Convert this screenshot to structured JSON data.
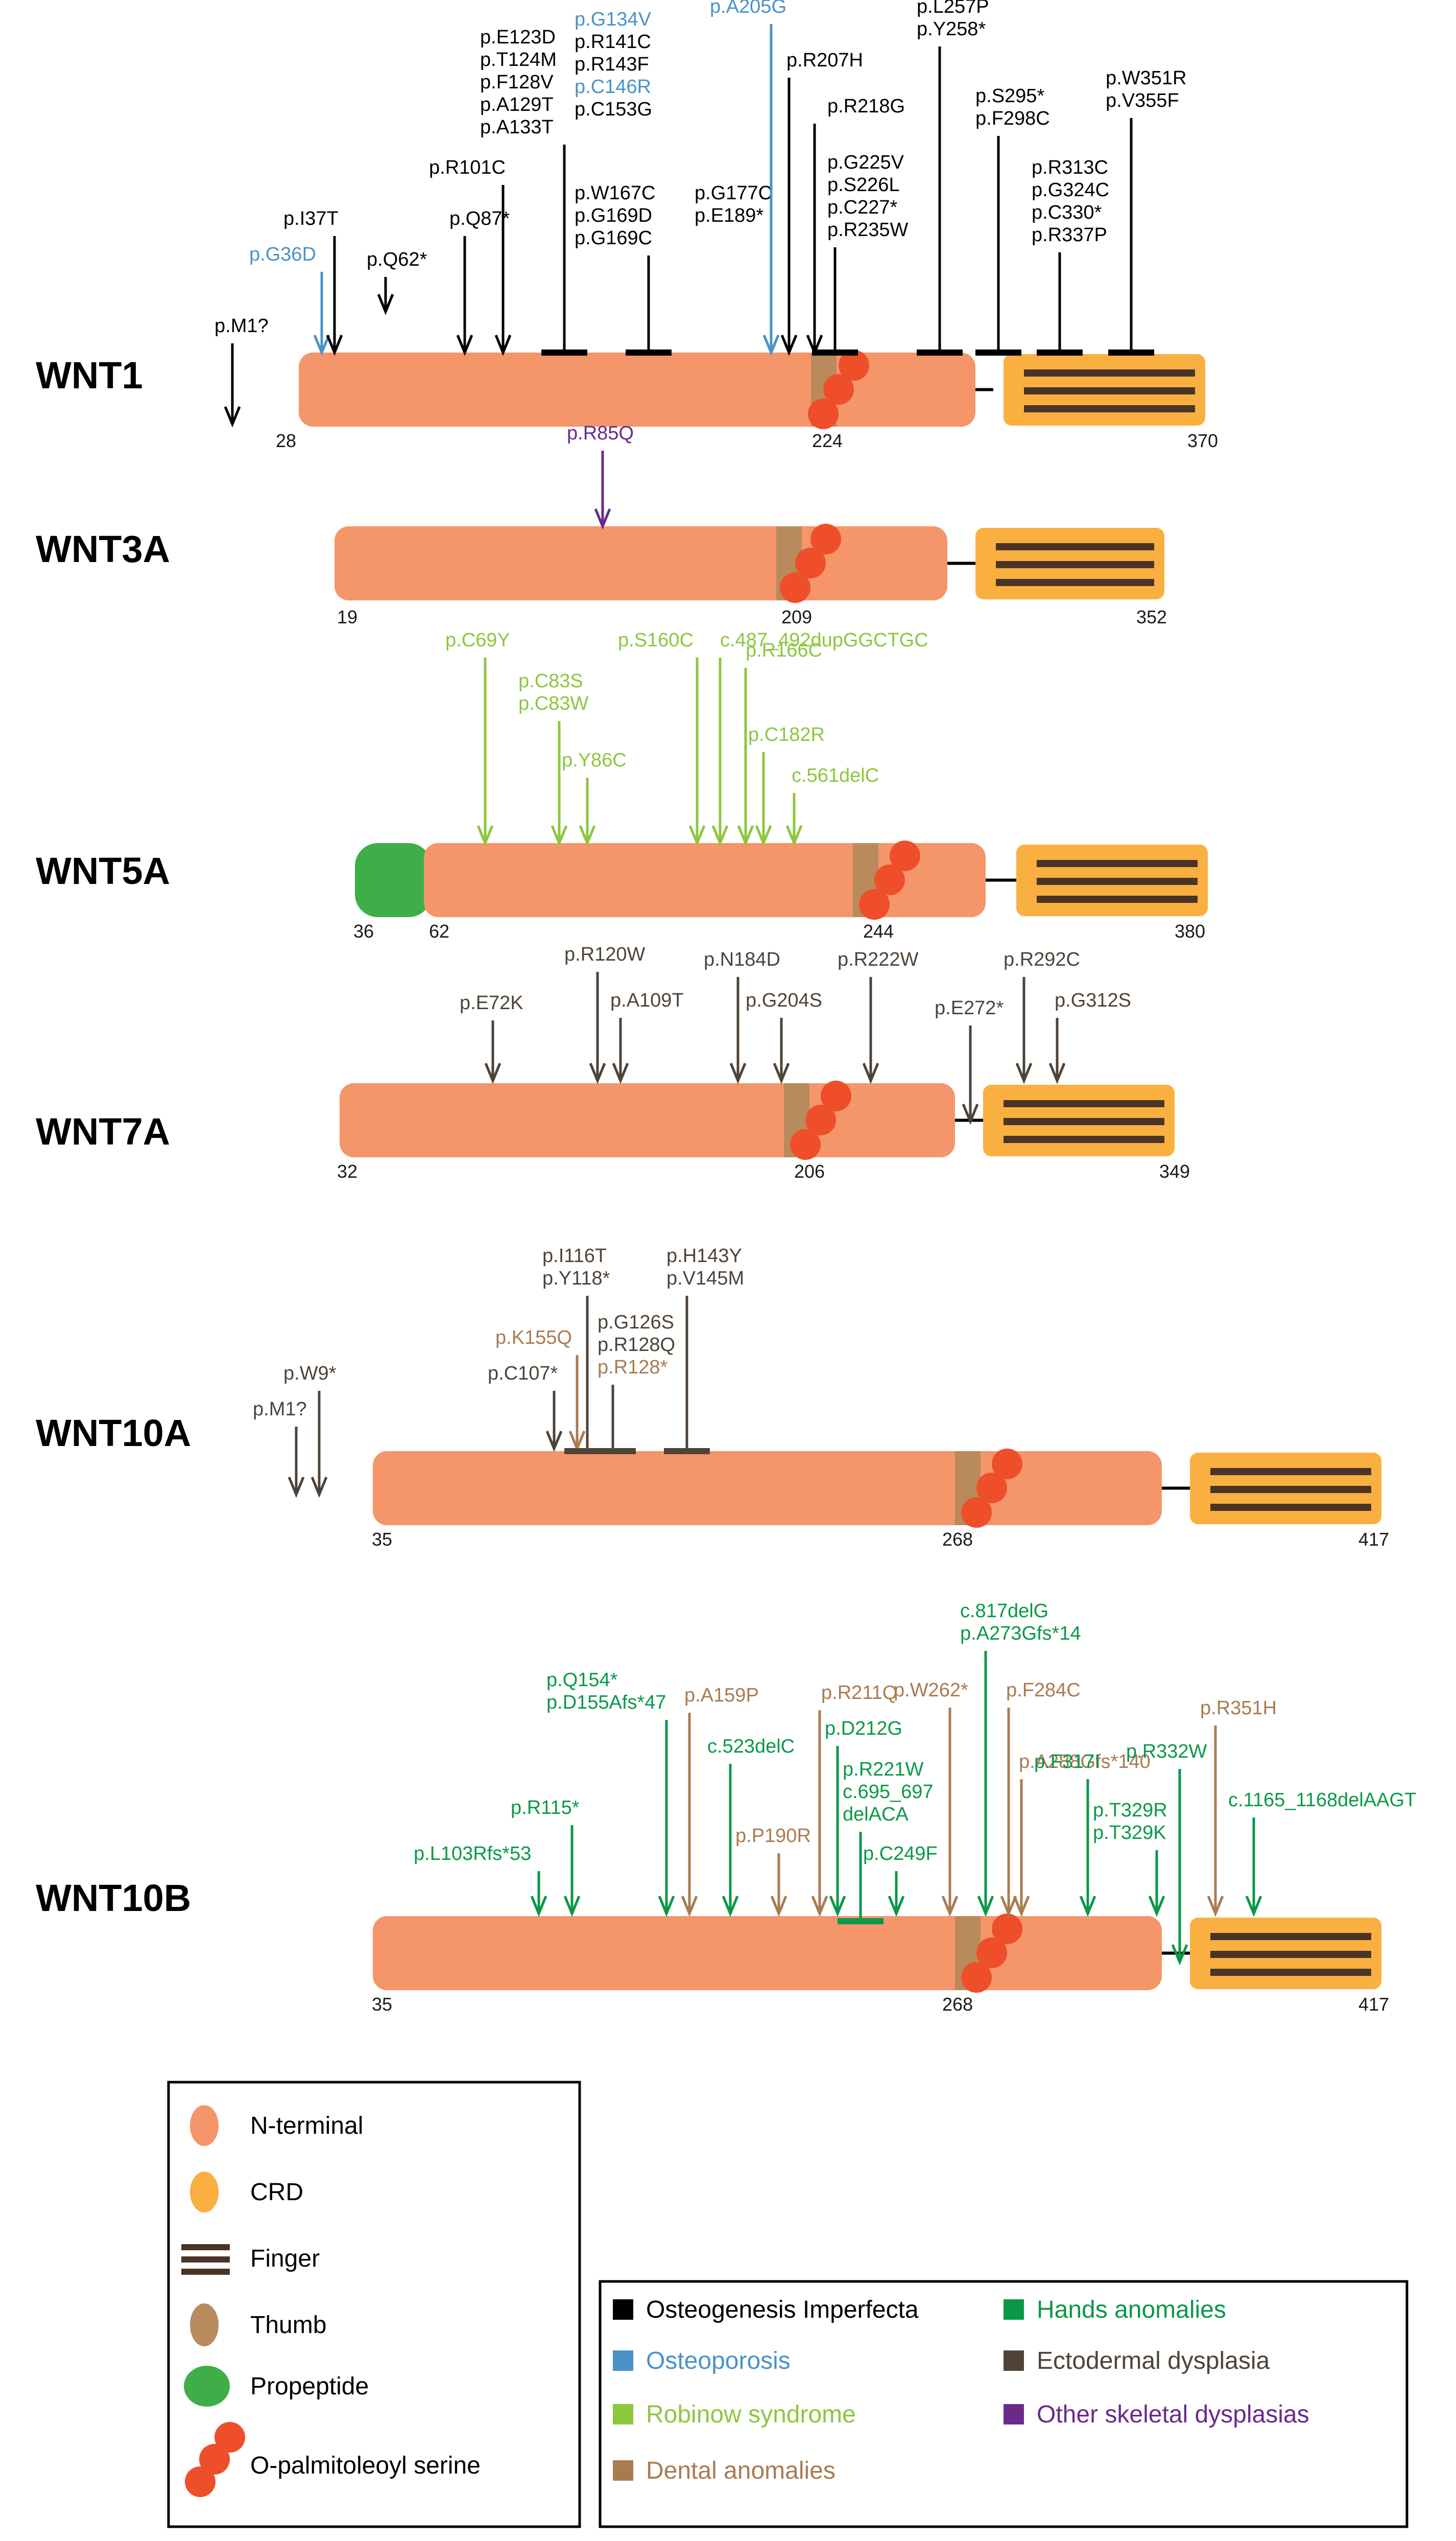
{
  "colors": {
    "nterm": "#F4956A",
    "crd": "#F9B040",
    "finger": "#4A3426",
    "thumb": "#B98B5C",
    "propeptide": "#3EAE49",
    "palmitoyl": "#EF4E2A",
    "OI": "#000000",
    "OP": "#4A92C8",
    "RS": "#8DC63F",
    "DA": "#A97B50",
    "HA": "#0A9848",
    "ED": "#4F4338",
    "OSD": "#6A2A8A"
  },
  "genes": [
    {
      "name": "WNT1",
      "ticks": [
        "28",
        "224",
        "370"
      ],
      "variants": [
        {
          "lines": [
            "p.M1?"
          ],
          "cat": "OI",
          "kind": "arrow"
        },
        {
          "lines": [
            "p.G36D"
          ],
          "cat": "OP",
          "kind": "arrow"
        },
        {
          "lines": [
            "p.I37T"
          ],
          "cat": "OI",
          "kind": "arrow"
        },
        {
          "lines": [
            "p.Q62*"
          ],
          "cat": "OI",
          "kind": "arrow"
        },
        {
          "lines": [
            "p.Q87*"
          ],
          "cat": "OI",
          "kind": "arrow"
        },
        {
          "lines": [
            "p.R101C"
          ],
          "cat": "OI",
          "kind": "arrow"
        },
        {
          "lines": [
            "p.E123D",
            "p.T124M",
            "p.F128V",
            "p.A129T",
            "p.A133T"
          ],
          "cat": "OI",
          "kind": "bar"
        },
        {
          "lines": [
            "p.G134V",
            "p.R141C",
            "p.R143F",
            "p.C146R",
            "p.C153G"
          ],
          "cat": "OI",
          "colored": [
            "OP",
            "OI",
            "OI",
            "OP",
            "OI"
          ],
          "kind": "none"
        },
        {
          "lines": [
            "p.W167C",
            "p.G169D",
            "p.G169C"
          ],
          "cat": "OI",
          "kind": "bar"
        },
        {
          "lines": [
            "p.G177C",
            "p.E189*"
          ],
          "cat": "OI",
          "kind": "none"
        },
        {
          "lines": [
            "p.A205G"
          ],
          "cat": "OP",
          "kind": "arrow"
        },
        {
          "lines": [
            "p.R207H"
          ],
          "cat": "OI",
          "kind": "arrow"
        },
        {
          "lines": [
            "p.R218G"
          ],
          "cat": "OI",
          "kind": "arrow"
        },
        {
          "lines": [
            "p.G225V",
            "p.S226L",
            "p.C227*",
            "p.R235W"
          ],
          "cat": "OI",
          "kind": "bar"
        },
        {
          "lines": [
            "p.L257P",
            "p.Y258*"
          ],
          "cat": "OI",
          "kind": "bar"
        },
        {
          "lines": [
            "p.S295*",
            "p.F298C"
          ],
          "cat": "OI",
          "kind": "bar"
        },
        {
          "lines": [
            "p.R313C",
            "p.G324C",
            "p.C330*",
            "p.R337P"
          ],
          "cat": "OI",
          "kind": "bar"
        },
        {
          "lines": [
            "p.W351R",
            "p.V355F"
          ],
          "cat": "OI",
          "kind": "bar"
        }
      ]
    },
    {
      "name": "WNT3A",
      "ticks": [
        "19",
        "209",
        "352"
      ],
      "variants": [
        {
          "lines": [
            "p.R85Q"
          ],
          "cat": "OSD",
          "kind": "arrow"
        }
      ]
    },
    {
      "name": "WNT5A",
      "ticks": [
        "36",
        "62",
        "244",
        "380"
      ],
      "variants": [
        {
          "lines": [
            "p.C69Y"
          ],
          "cat": "RS",
          "kind": "arrow"
        },
        {
          "lines": [
            "p.C83S",
            "p.C83W"
          ],
          "cat": "RS",
          "kind": "arrow"
        },
        {
          "lines": [
            "p.Y86C"
          ],
          "cat": "RS",
          "kind": "arrow"
        },
        {
          "lines": [
            "p.S160C"
          ],
          "cat": "RS",
          "kind": "arrow"
        },
        {
          "lines": [
            "c.487_492dupGGCTGC"
          ],
          "cat": "RS",
          "kind": "arrow"
        },
        {
          "lines": [
            "p.R166C"
          ],
          "cat": "RS",
          "kind": "arrow"
        },
        {
          "lines": [
            "p.C182R"
          ],
          "cat": "RS",
          "kind": "arrow"
        },
        {
          "lines": [
            "c.561delC"
          ],
          "cat": "RS",
          "kind": "arrow"
        }
      ]
    },
    {
      "name": "WNT7A",
      "ticks": [
        "32",
        "206",
        "349"
      ],
      "variants": [
        {
          "lines": [
            "p.E72K"
          ],
          "cat": "ED",
          "kind": "arrow"
        },
        {
          "lines": [
            "p.R120W"
          ],
          "cat": "ED",
          "kind": "arrow"
        },
        {
          "lines": [
            "p.A109T"
          ],
          "cat": "ED",
          "kind": "arrow"
        },
        {
          "lines": [
            "p.N184D"
          ],
          "cat": "ED",
          "kind": "arrow"
        },
        {
          "lines": [
            "p.G204S"
          ],
          "cat": "ED",
          "kind": "arrow"
        },
        {
          "lines": [
            "p.R222W"
          ],
          "cat": "ED",
          "kind": "arrow"
        },
        {
          "lines": [
            "p.E272*"
          ],
          "cat": "ED",
          "kind": "arrow"
        },
        {
          "lines": [
            "p.R292C"
          ],
          "cat": "ED",
          "kind": "arrow"
        },
        {
          "lines": [
            "p.G312S"
          ],
          "cat": "ED",
          "kind": "arrow"
        }
      ]
    },
    {
      "name": "WNT10A",
      "ticks": [
        "35",
        "268",
        "417"
      ],
      "variants": [
        {
          "lines": [
            "p.M1?"
          ],
          "cat": "ED",
          "kind": "arrow"
        },
        {
          "lines": [
            "p.W9*"
          ],
          "cat": "ED",
          "kind": "arrow"
        },
        {
          "lines": [
            "p.C107*"
          ],
          "cat": "ED",
          "kind": "arrow"
        },
        {
          "lines": [
            "p.K155Q"
          ],
          "cat": "DA",
          "kind": "arrow"
        },
        {
          "lines": [
            "p.I116T",
            "p.Y118*"
          ],
          "cat": "ED",
          "kind": "bar"
        },
        {
          "lines": [
            "p.G126S",
            "p.R128Q",
            "p.R128*"
          ],
          "cat": "ED",
          "colored": [
            "ED",
            "ED",
            "DA"
          ],
          "kind": "bar"
        },
        {
          "lines": [
            "p.H143Y",
            "p.V145M"
          ],
          "cat": "ED",
          "kind": "bar"
        }
      ]
    },
    {
      "name": "WNT10B",
      "ticks": [
        "35",
        "268",
        "417"
      ],
      "variants": [
        {
          "lines": [
            "p.L103Rfs*53"
          ],
          "cat": "HA",
          "kind": "arrow"
        },
        {
          "lines": [
            "p.R115*"
          ],
          "cat": "HA",
          "kind": "arrow"
        },
        {
          "lines": [
            "p.Q154*",
            "p.D155Afs*47"
          ],
          "cat": "HA",
          "kind": "arrow"
        },
        {
          "lines": [
            "p.A159P"
          ],
          "cat": "DA",
          "kind": "arrow"
        },
        {
          "lines": [
            "c.523delC"
          ],
          "cat": "HA",
          "kind": "arrow"
        },
        {
          "lines": [
            "p.P190R"
          ],
          "cat": "DA",
          "kind": "arrow"
        },
        {
          "lines": [
            "p.R211Q"
          ],
          "cat": "DA",
          "kind": "arrow"
        },
        {
          "lines": [
            "p.D212G"
          ],
          "cat": "HA",
          "kind": "arrow"
        },
        {
          "lines": [
            "p.R221W",
            "c.695_697",
            "delACA"
          ],
          "cat": "HA",
          "kind": "bar"
        },
        {
          "lines": [
            "p.C249F"
          ],
          "cat": "HA",
          "kind": "arrow"
        },
        {
          "lines": [
            "p.W262*"
          ],
          "cat": "DA",
          "kind": "arrow"
        },
        {
          "lines": [
            "c.817delG",
            "p.A273Gfs*14"
          ],
          "cat": "HA",
          "kind": "arrow"
        },
        {
          "lines": [
            "p.F284C"
          ],
          "cat": "DA",
          "kind": "arrow"
        },
        {
          "lines": [
            "p.A288Gfs*140"
          ],
          "cat": "DA",
          "kind": "arrow"
        },
        {
          "lines": [
            "p.F317I"
          ],
          "cat": "HA",
          "kind": "arrow"
        },
        {
          "lines": [
            "p.T329R",
            "p.T329K"
          ],
          "cat": "HA",
          "kind": "arrow"
        },
        {
          "lines": [
            "p.R332W"
          ],
          "cat": "HA",
          "kind": "arrow"
        },
        {
          "lines": [
            "p.R351H"
          ],
          "cat": "DA",
          "kind": "arrow"
        },
        {
          "lines": [
            "c.1165_1168delAAGT"
          ],
          "cat": "HA",
          "kind": "arrow"
        }
      ]
    }
  ],
  "legend_domains": [
    {
      "label": "N-terminal",
      "icon": "n-terminal"
    },
    {
      "label": "CRD",
      "icon": "crd"
    },
    {
      "label": "Finger",
      "icon": "finger"
    },
    {
      "label": "Thumb",
      "icon": "thumb"
    },
    {
      "label": "Propeptide",
      "icon": "propeptide"
    },
    {
      "label": "O-palmitoleoyl serine",
      "icon": "palmitoyl"
    }
  ],
  "legend_diseases": [
    {
      "label": "Osteogenesis Imperfecta",
      "cat": "OI"
    },
    {
      "label": "Osteoporosis",
      "cat": "OP"
    },
    {
      "label": "Robinow syndrome",
      "cat": "RS"
    },
    {
      "label": "Dental anomalies",
      "cat": "DA"
    },
    {
      "label": "Hands anomalies",
      "cat": "HA"
    },
    {
      "label": "Ectodermal dysplasia",
      "cat": "ED"
    },
    {
      "label": "Other skeletal dysplasias",
      "cat": "OSD"
    }
  ]
}
